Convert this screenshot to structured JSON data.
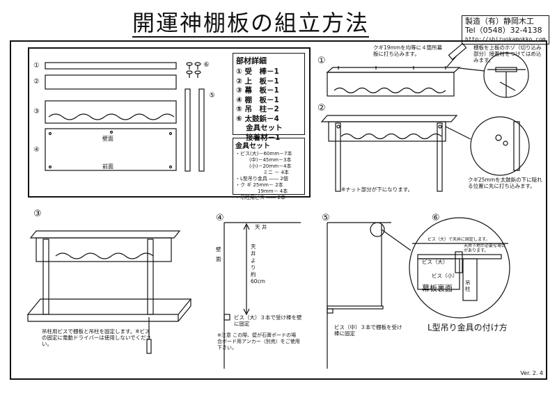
{
  "title": "開運神棚板の組立方法",
  "company": {
    "name": "製造（有）静岡木工",
    "tel": "Tel（0548）32-4138",
    "url": "http://shizuokamokko.com"
  },
  "bom": {
    "header": "部材詳細",
    "rows": [
      "① 受　棒－1",
      "② 上　板－1",
      "③ 幕　板－1",
      "④ 棚　板－1",
      "⑤ 吊　柱－2",
      "⑥ 太鼓鋲－4",
      "　 金具セット",
      "　 接着材－1"
    ]
  },
  "hardware": {
    "header": "金具セット",
    "rows": [
      "・ビス(大)－60mm－7本",
      "(中)－45mm－3本",
      "(小)－20mm－4本",
      "ミニ － 4本",
      "・L型吊り金具 ―― 2個",
      "・ク ギ 25mm－ 2本",
      "19mm－ 4本",
      "・吊柱用ビス ―― 2本"
    ]
  },
  "parts": {
    "n1": "①",
    "n2": "②",
    "n3": "③",
    "n4": "④",
    "n5": "⑤",
    "n6": "⑥",
    "back": "壁面",
    "front": "前面"
  },
  "steps": {
    "s1": "①",
    "s2": "②",
    "s3": "③",
    "s4": "④",
    "s5": "⑤",
    "s6": "⑥",
    "s1_note": "クギ19mmを均等に４箇所幕板に打ち込みます。",
    "s1_note2": "棚板を上板のホゾ（切り込み部分）接着材をつけてはめ込みます。",
    "s2_note": "※ナット部分が下になります。",
    "s2_note2": "クギ25mmを太鼓鋲の下に隠れる位置に先に打ち込みます。",
    "s3_note": "吊柱用ビスで棚板と吊柱を固定します。※ビスの固定に電動ドライバーは使用しないでください。",
    "s4_ceiling": "天 井",
    "s4_wall": "壁 面",
    "s4_dim": "天井より約60cm",
    "s4_note": "ビス（大）３本で受け棒を壁に固定",
    "s4_caution": "※注意 この際、壁が石膏ボードの場合ボード用アンカー（別売）をご使用下さい。",
    "s5_note": "ビス（中）３本で棚板を受け棒に固定",
    "s6_label1": "ビス（大）で天井に固定します。",
    "s6_label2": "天井下地が必要な場合があります。",
    "s6_big": "ビス（大）",
    "s6_small": "ビス（小）",
    "s6_backboard": "幕板裏面",
    "s6_post": "吊柱",
    "s6_title": "L型吊り金具の付け方"
  },
  "version": "Ver. 2. 4"
}
